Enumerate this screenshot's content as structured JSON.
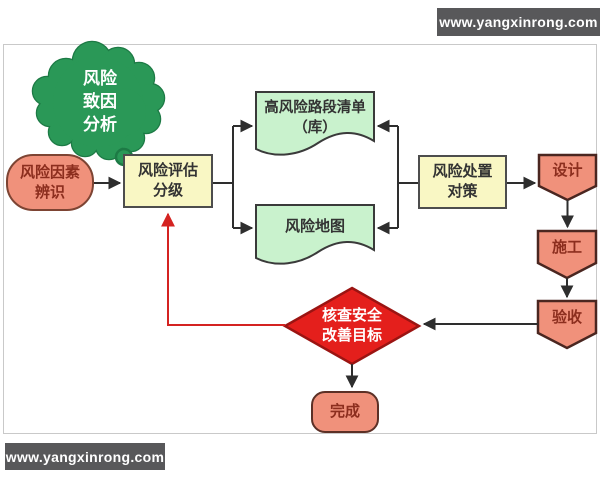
{
  "watermarks": {
    "top": "www.yangxinrong.com",
    "bottom": "www.yangxinrong.com"
  },
  "diagram": {
    "cloud_label": "风险\n致因\n分析",
    "nodes": {
      "risk_factors": "风险因素\n辨识",
      "risk_assessment": "风险评估\n分级",
      "high_risk_list": "高风险路段清单\n（库）",
      "risk_map": "风险地图",
      "risk_treatment": "风险处置\n对策",
      "design": "设计",
      "construction": "施工",
      "acceptance": "验收",
      "check_goal": "核查安全\n改善目标",
      "done": "完成"
    },
    "colors": {
      "cloud_fill": "#2a9857",
      "cloud_stroke": "#1d7a45",
      "salmon_fill": "#f0917b",
      "salmon_text": "#8c2e1e",
      "yellow_fill": "#f9f7c4",
      "green_doc_fill": "#c9f2cd",
      "diamond_fill": "#e41f1c",
      "arrow_color": "#2e2e2e",
      "feedback_arrow_color": "#d42321",
      "watermark_bg": "#58585a"
    }
  }
}
